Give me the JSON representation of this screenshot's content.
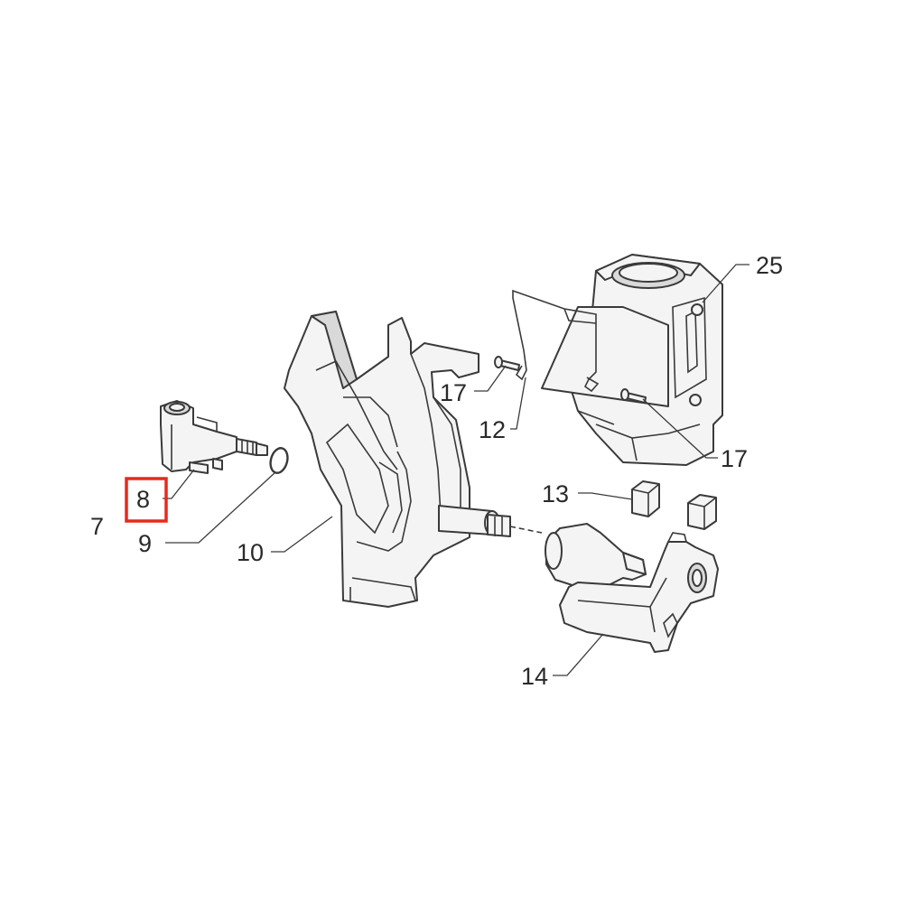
{
  "diagram": {
    "callouts": [
      {
        "id": "c25",
        "text": "25"
      },
      {
        "id": "c17a",
        "text": "17"
      },
      {
        "id": "c12",
        "text": "12"
      },
      {
        "id": "c17b",
        "text": "17"
      },
      {
        "id": "c13",
        "text": "13"
      },
      {
        "id": "c7",
        "text": "7"
      },
      {
        "id": "c8",
        "text": "8"
      },
      {
        "id": "c9",
        "text": "9"
      },
      {
        "id": "c10",
        "text": "10"
      },
      {
        "id": "c14",
        "text": "14"
      }
    ],
    "highlighted_callout": "8",
    "highlight_color": "#e8291c"
  }
}
